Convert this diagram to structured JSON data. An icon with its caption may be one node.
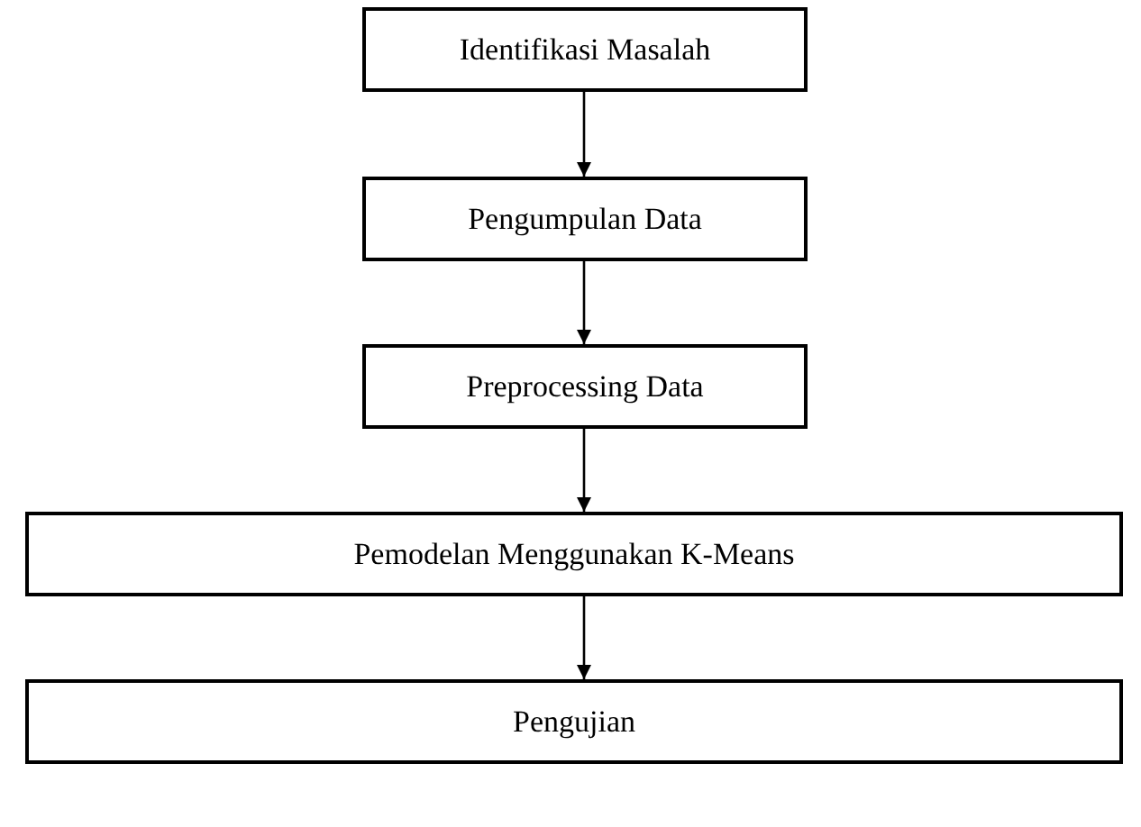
{
  "diagram": {
    "nodes": [
      {
        "text": [
          "Identifikasi Masalah"
        ]
      },
      {
        "text": [
          "Pengumpulan Data"
        ]
      },
      {
        "text": [
          "Preprocessing Data"
        ]
      },
      {
        "text": [
          "Pemodelan Menggunakan K-Means"
        ]
      },
      {
        "text": [
          "Pengujian"
        ]
      }
    ],
    "edges": [
      {
        "from": 0,
        "to": 1,
        "arrow": "to"
      },
      {
        "from": 1,
        "to": 2,
        "arrow": "to"
      },
      {
        "from": 2,
        "to": 3,
        "arrow": "to"
      },
      {
        "from": 3,
        "to": 4,
        "arrow": "to"
      }
    ]
  }
}
